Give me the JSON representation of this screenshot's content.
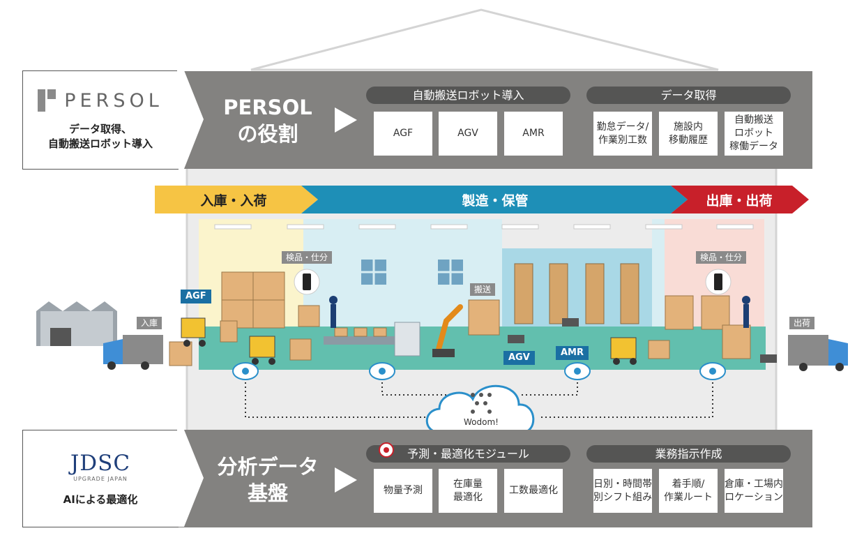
{
  "colors": {
    "panel_gray": "#838280",
    "pill_dark": "#555554",
    "stage_inbound": "#f6c444",
    "stage_production": "#1e8fb7",
    "stage_outbound": "#c8202a",
    "floor_teal": "#62bfae"
  },
  "top": {
    "logo_text": "PERSOL",
    "logo_caption_line1": "データ取得、",
    "logo_caption_line2": "自動搬送ロボット導入",
    "role_title_line1": "PERSOL",
    "role_title_line2": "の役割",
    "group1": {
      "title": "自動搬送ロボット導入",
      "items": [
        "AGF",
        "AGV",
        "AMR"
      ]
    },
    "group2": {
      "title": "データ取得",
      "items": [
        {
          "line1": "勤怠データ/",
          "line2": "作業別工数",
          "line3": ""
        },
        {
          "line1": "施設内",
          "line2": "移動履歴",
          "line3": ""
        },
        {
          "line1": "自動搬送",
          "line2": "ロボット",
          "line3": "稼働データ"
        }
      ]
    }
  },
  "stages": {
    "inbound": "入庫・入荷",
    "production": "製造・保管",
    "outbound": "出庫・出荷"
  },
  "scene": {
    "inspect_left": "検品・仕分",
    "inspect_right": "検品・仕分",
    "transport": "搬送",
    "agf": "AGF",
    "agv": "AGV",
    "amr": "AMR",
    "inbound_tag": "入庫",
    "outbound_tag": "出荷",
    "cloud_label": "Wodom!"
  },
  "bottom": {
    "logo_text": "JDSC",
    "logo_sub": "UPGRADE JAPAN",
    "logo_caption": "AIによる最適化",
    "role_title_line1": "分析データ",
    "role_title_line2": "基盤",
    "group1": {
      "title": "予測・最適化モジュール",
      "items": [
        {
          "line1": "物量予測",
          "line2": ""
        },
        {
          "line1": "在庫量",
          "line2": "最適化"
        },
        {
          "line1": "工数最適化",
          "line2": ""
        }
      ]
    },
    "group2": {
      "title": "業務指示作成",
      "items": [
        {
          "line1": "日別・時間帯",
          "line2": "別シフト組み"
        },
        {
          "line1": "着手順/",
          "line2": "作業ルート"
        },
        {
          "line1": "倉庫・工場内",
          "line2": "ロケーション"
        }
      ]
    }
  }
}
